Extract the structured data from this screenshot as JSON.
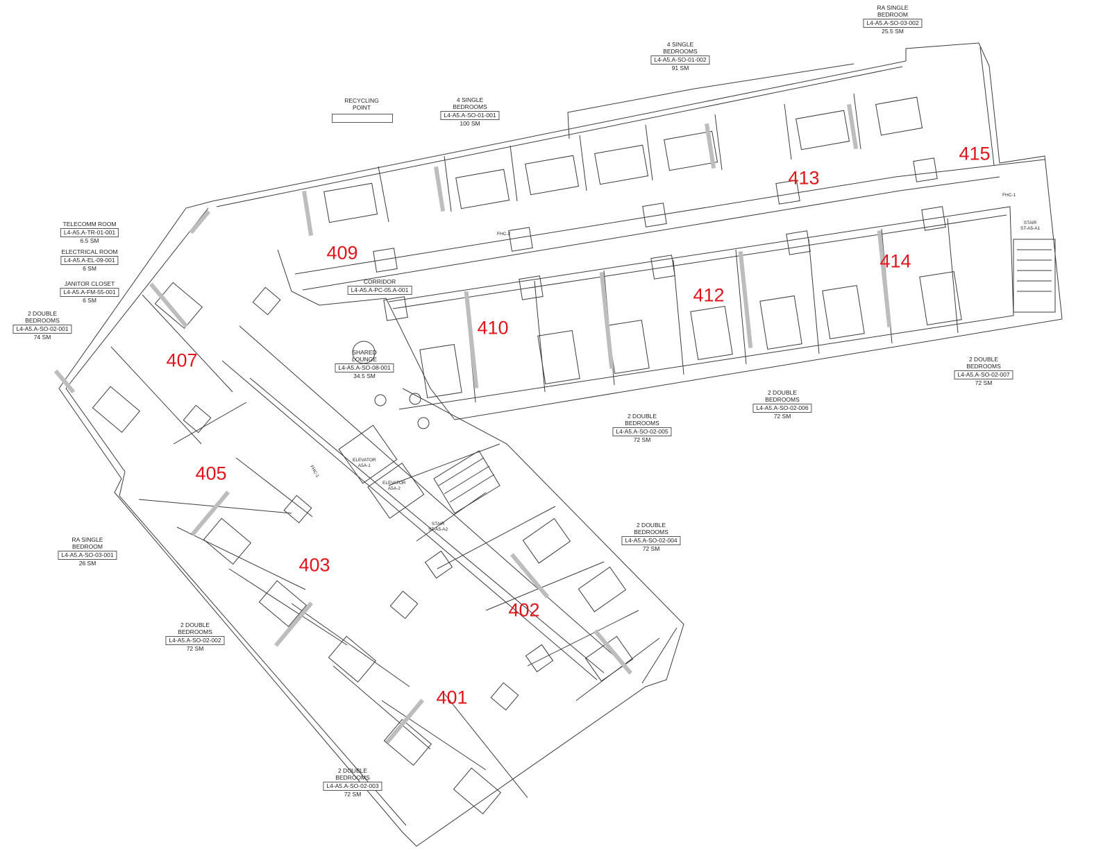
{
  "units": [
    {
      "id": "u401",
      "number": "401"
    },
    {
      "id": "u402",
      "number": "402"
    },
    {
      "id": "u403",
      "number": "403"
    },
    {
      "id": "u405",
      "number": "405"
    },
    {
      "id": "u407",
      "number": "407"
    },
    {
      "id": "u409",
      "number": "409"
    },
    {
      "id": "u410",
      "number": "410"
    },
    {
      "id": "u412",
      "number": "412"
    },
    {
      "id": "u413",
      "number": "413"
    },
    {
      "id": "u414",
      "number": "414"
    },
    {
      "id": "u415",
      "number": "415"
    }
  ],
  "rooms": {
    "ra_single_002": {
      "name": "RA SINGLE\nBEDROOM",
      "code": "L4-A5.A-SO-03-002",
      "area": "25.5 SM"
    },
    "four_single_002": {
      "name": "4 SINGLE\nBEDROOMS",
      "code": "L4-A5.A-SO-01-002",
      "area": "91 SM"
    },
    "four_single_001": {
      "name": "4 SINGLE\nBEDROOMS",
      "code": "L4-A5.A-SO-01-001",
      "area": "100 SM"
    },
    "recycling": {
      "name": "RECYCLING\nPOINT"
    },
    "telecomm": {
      "name": "TELECOMM ROOM",
      "code": "L4-A5.A-TR-01-001",
      "area": "6.5 SM"
    },
    "electrical": {
      "name": "ELECTRICAL ROOM",
      "code": "L4-A5.A-EL-09-001",
      "area": "6 SM"
    },
    "janitor": {
      "name": "JANITOR CLOSET",
      "code": "L4-A5.A-FM-55-001",
      "area": "6 SM"
    },
    "two_double_001": {
      "name": "2 DOUBLE\nBEDROOMS",
      "code": "L4-A5.A-SO-02-001",
      "area": "74 SM"
    },
    "corridor": {
      "name": "CORRIDOR",
      "code": "L4-A5.A-PC-05.A-001"
    },
    "lounge": {
      "name": "SHARED\nLOUNGE",
      "code": "L4-A5.A-SO-08-001",
      "area": "34.5 SM"
    },
    "two_double_007": {
      "name": "2 DOUBLE\nBEDROOMS",
      "code": "L4-A5.A-SO-02-007",
      "area": "72 SM"
    },
    "two_double_006": {
      "name": "2 DOUBLE\nBEDROOMS",
      "code": "L4-A5.A-SO-02-006",
      "area": "72 SM"
    },
    "two_double_005": {
      "name": "2 DOUBLE\nBEDROOMS",
      "code": "L4-A5.A-SO-02-005",
      "area": "72 SM"
    },
    "two_double_004": {
      "name": "2 DOUBLE\nBEDROOMS",
      "code": "L4-A5.A-SO-02-004",
      "area": "72 SM"
    },
    "ra_single_001": {
      "name": "RA SINGLE\nBEDROOM",
      "code": "L4-A5.A-SO-03-001",
      "area": "26 SM"
    },
    "two_double_002": {
      "name": "2 DOUBLE\nBEDROOMS",
      "code": "L4-A5.A-SO-02-002",
      "area": "72 SM"
    },
    "two_double_003": {
      "name": "2 DOUBLE\nBEDROOMS",
      "code": "L4-A5.A-SO-02-003",
      "area": "72 SM"
    }
  },
  "tags": {
    "fhc1_top": "FHC-1",
    "fhc1_core": "FHC-1",
    "fhc2": "FHC-2",
    "stair_a1": "STAIR\nST-A5-A1",
    "stair_a2": "STAIR\nST-A5-A2",
    "elevator1": "ELEVATOR\nA5A-1",
    "elevator2": "ELEVATOR\nA5A-2"
  },
  "colors": {
    "unit_number": "#e0141b",
    "linework": "#3a3a3a",
    "wall_fill": "#bdbdbd"
  }
}
